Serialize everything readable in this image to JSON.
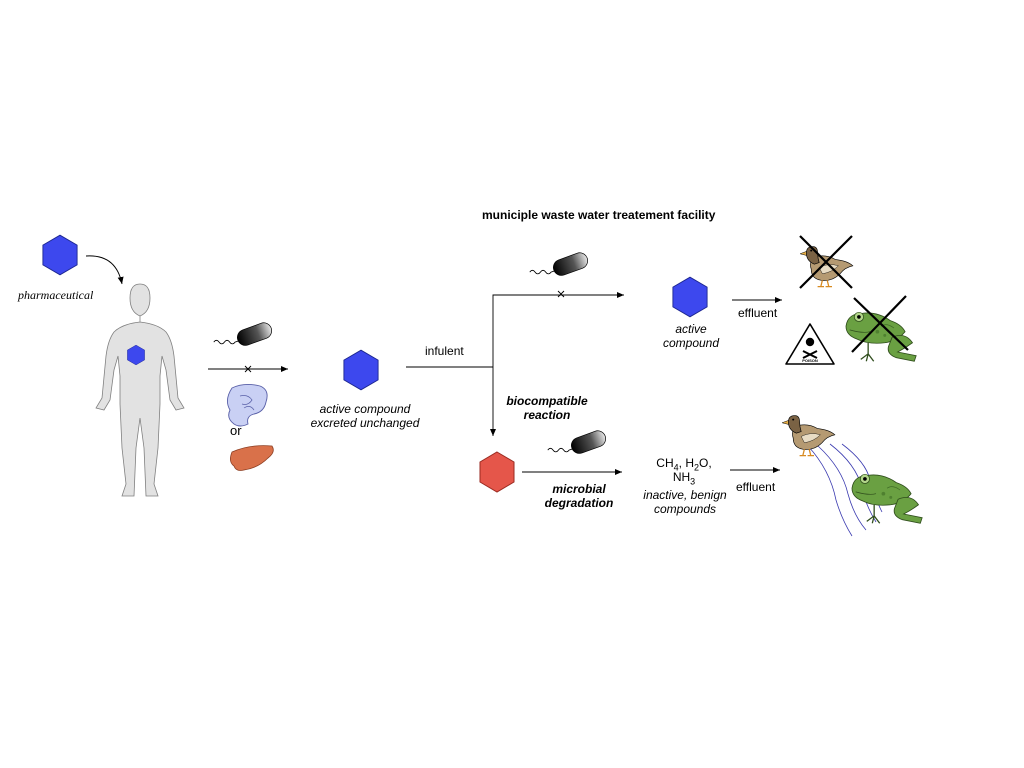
{
  "header": {
    "facility_title": "municiple waste water treatement facility"
  },
  "labels": {
    "pharmaceutical": "pharmaceutical",
    "or": "or",
    "excreted_line1": "active compound",
    "excreted_line2": "excreted unchanged",
    "infulent": "infulent",
    "biocompatible_line1": "biocompatible",
    "biocompatible_line2": "reaction",
    "active_line1": "active",
    "active_line2": "compound",
    "effluent_top": "effluent",
    "effluent_bottom": "effluent",
    "microbial_line1": "microbial",
    "microbial_line2": "degradation",
    "products_line1": "CH4, H2O,",
    "products_line2": "NH3",
    "inactive_line1": "inactive, benign",
    "inactive_line2": "compounds",
    "poison": "POISON"
  },
  "colors": {
    "active_compound": "#3d48ee",
    "degraded_compound": "#e5564a",
    "human": "#e2e2e2",
    "intestine": "#c9d0f4",
    "liver": "#d9714a",
    "frog": "#6aa042",
    "water_lines": "#3a3ab0"
  },
  "icons": [
    "hexagon-icon",
    "human-body-icon",
    "bacterium-icon",
    "intestine-icon",
    "liver-icon",
    "duck-icon",
    "frog-icon",
    "poison-sign-icon",
    "cross-out-icon",
    "water-stream-icon"
  ]
}
